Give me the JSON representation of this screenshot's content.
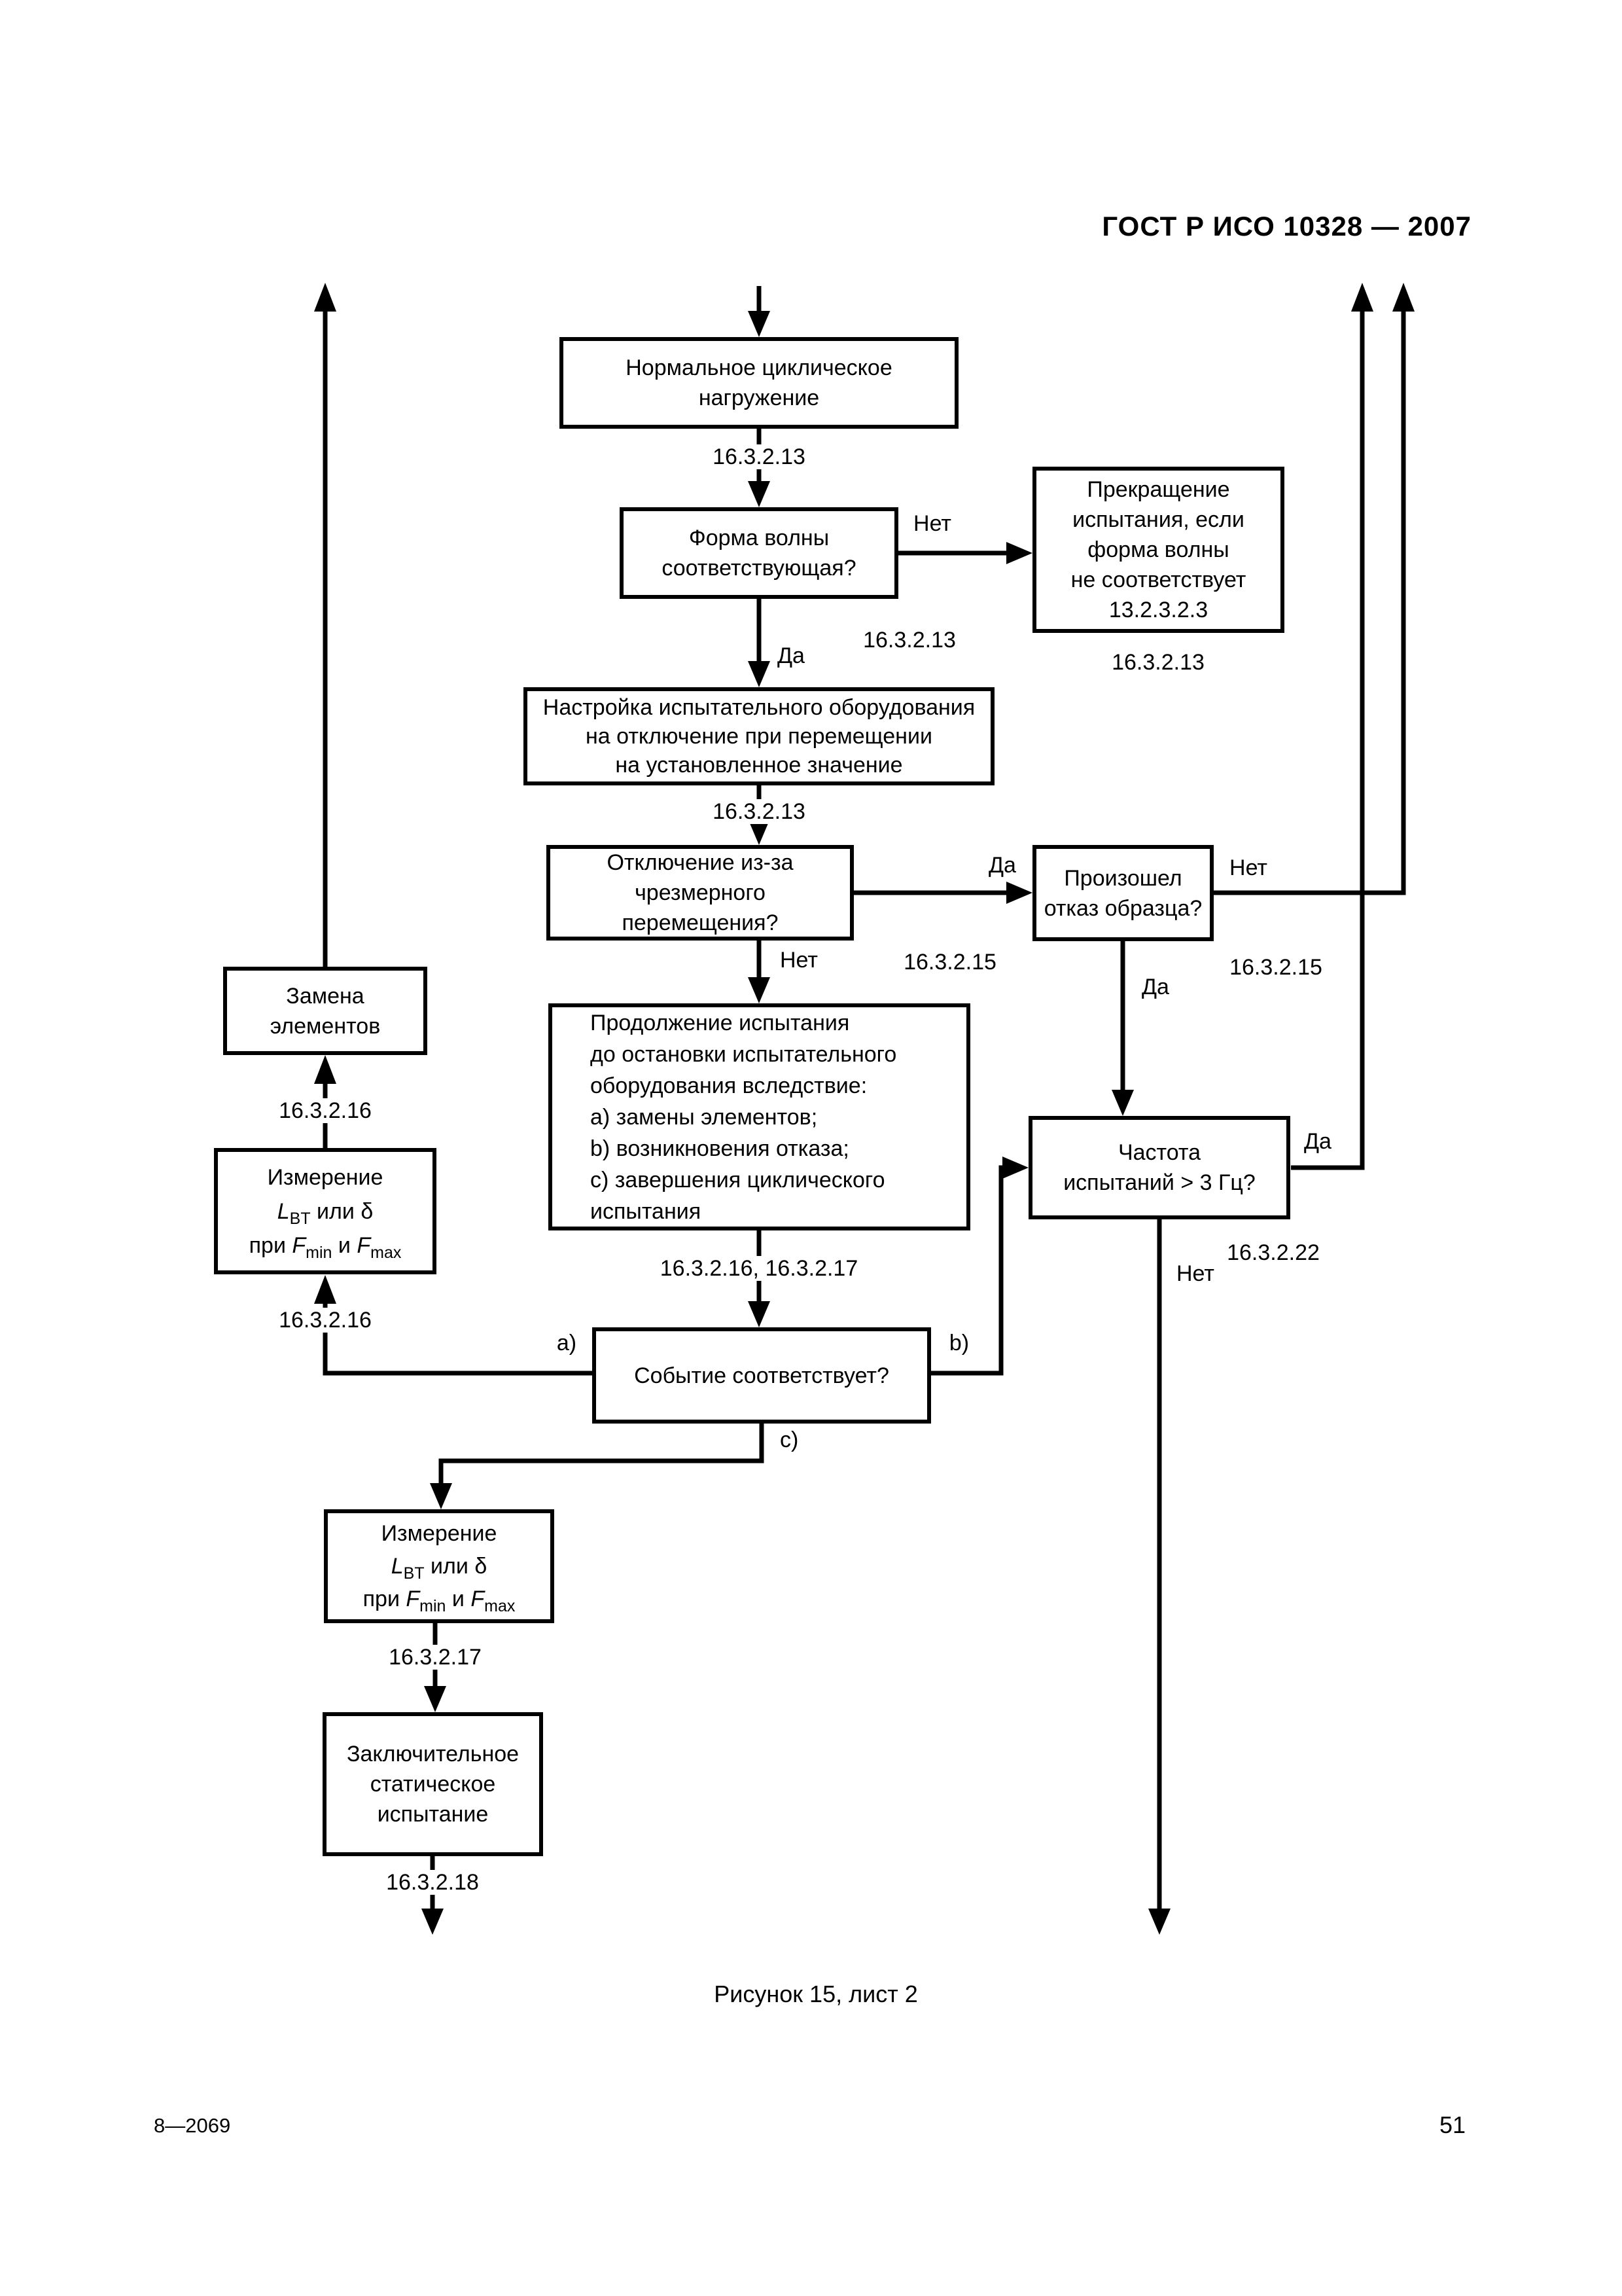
{
  "page": {
    "header": "ГОСТ Р ИСО 10328 — 2007",
    "caption": "Рисунок 15, лист 2",
    "footer_left": "8—2069",
    "page_number": "51"
  },
  "boxes": {
    "normal_cyclic": "Нормальное циклическое\nнагружение",
    "waveform_ok": "Форма волны\nсоответствующая?",
    "stop_test": "Прекращение\nиспытания, если\nформа волны\nне соответствует\n13.2.3.2.3",
    "setup_equipment": "Настройка испытательного оборудования\nна отключение при перемещении\nна установленное значение",
    "shutdown_displacement": "Отключение из-за чрезмерного\nперемещения?",
    "specimen_failure": "Произошел\nотказ образца?",
    "replace_elements": "Замена\nэлементов",
    "continue_test": "Продолжение испытания\nдо остановки испытательного\nоборудования вследствие:\na) замены элементов;\nb) возникновения отказа;\nc) завершения циклического\nиспытания",
    "frequency": "Частота\nиспытаний > 3 Гц?",
    "event_ok": "Событие соответствует?",
    "final_static": "Заключительное\nстатическое\nиспытание",
    "measurement": {
      "line1": "Измерение",
      "l": "L",
      "l_sub": "BT",
      "or_delta": " или δ",
      "at": "при ",
      "f": "F",
      "f_min": "min",
      "and": " и ",
      "f_max": "max"
    }
  },
  "labels": {
    "yes": "Да",
    "no": "Нет",
    "a": "a)",
    "b": "b)",
    "c": "c)",
    "ref_16_3_2_13": "16.3.2.13",
    "ref_16_3_2_15": "16.3.2.15",
    "ref_16_3_2_16": "16.3.2.16",
    "ref_16_3_2_17": "16.3.2.17",
    "ref_16_3_2_18": "16.3.2.18",
    "ref_16_3_2_22": "16.3.2.22",
    "ref_16_17": "16.3.2.16, 16.3.2.17"
  }
}
